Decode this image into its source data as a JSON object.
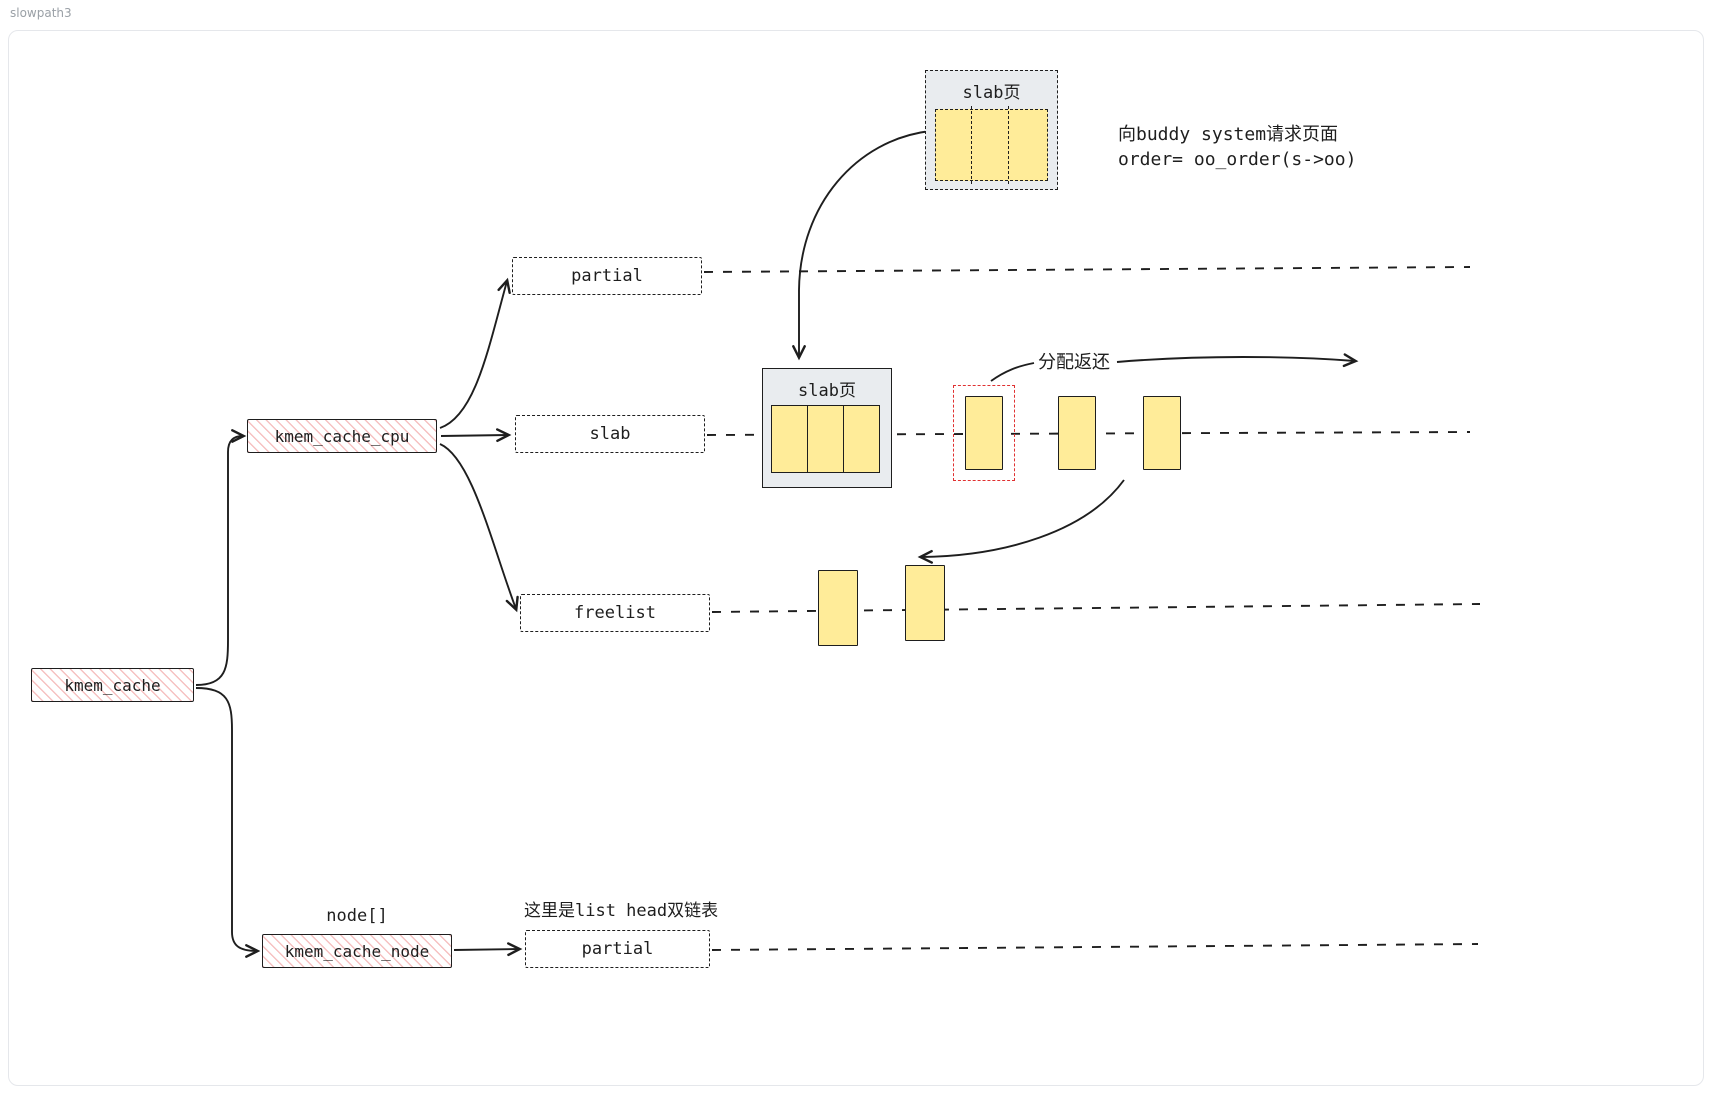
{
  "title": "slowpath3",
  "colors": {
    "stroke": "#1e1e1e",
    "yellow": "#ffec99",
    "gray_fill": "#e9ecef",
    "red_accent": "#e03131",
    "frame_border": "#e5e7eb",
    "title_gray": "#9aa0a6"
  },
  "boxes": {
    "kmem_cache": "kmem_cache",
    "kmem_cache_cpu": "kmem_cache_cpu",
    "kmem_cache_node": "kmem_cache_node",
    "node_array": "node[]",
    "partial_top": "partial",
    "slab": "slab",
    "freelist": "freelist",
    "partial_bottom": "partial"
  },
  "pages": {
    "buddy_slab_page": "slab页",
    "cpu_slab_page": "slab页"
  },
  "annotations": {
    "buddy_request_line1": "向buddy system请求页面",
    "buddy_request_line2": "order= oo_order(s->oo)",
    "alloc_return": "分配返还",
    "list_head": "这里是list head双链表"
  }
}
